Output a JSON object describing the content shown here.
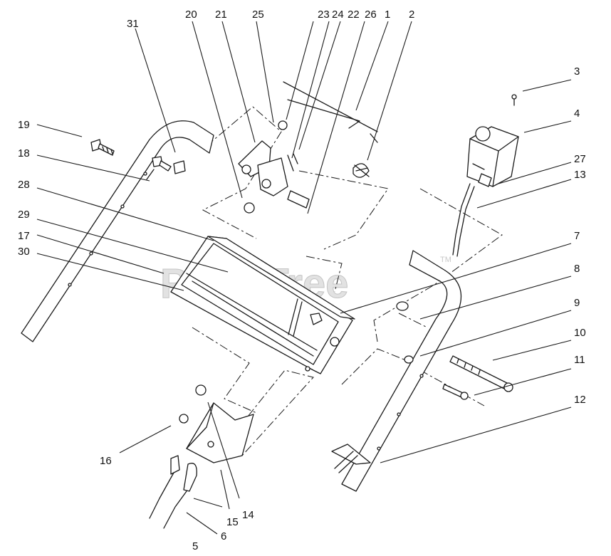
{
  "diagram": {
    "watermark": "PartsTree",
    "watermark_mark": "TM",
    "callouts": [
      "1",
      "2",
      "3",
      "4",
      "5",
      "6",
      "7",
      "8",
      "9",
      "10",
      "11",
      "12",
      "13",
      "14",
      "15",
      "16",
      "17",
      "18",
      "19",
      "20",
      "21",
      "22",
      "23",
      "24",
      "25",
      "26",
      "27",
      "28",
      "29",
      "30",
      "31"
    ]
  }
}
